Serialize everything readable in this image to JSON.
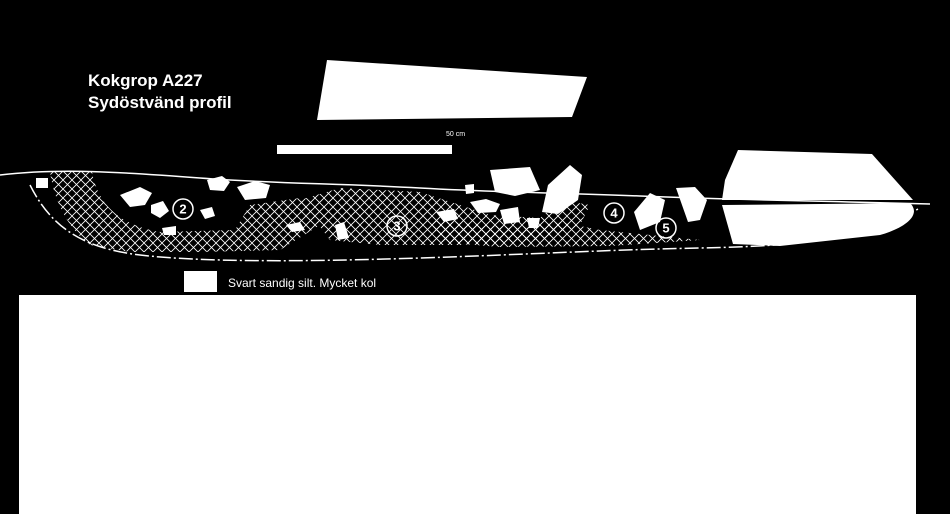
{
  "title": {
    "line1": "Kokgrop A227",
    "line2": "Sydöstvänd profil"
  },
  "scale": {
    "label": "50 cm"
  },
  "legend": {
    "text": "Svart sandig silt. Mycket kol"
  },
  "layers": [
    "2",
    "3",
    "4",
    "5"
  ],
  "colors": {
    "background": "#000000",
    "fill": "#ffffff"
  }
}
